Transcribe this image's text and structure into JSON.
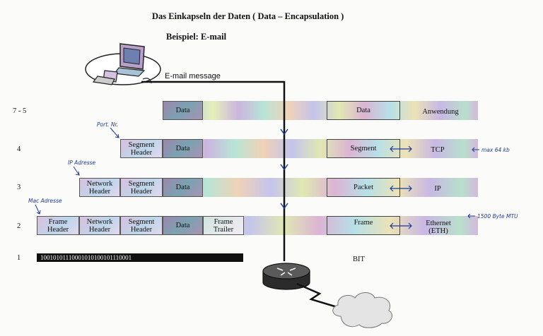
{
  "title": "Das Einkapseln der Daten ( Data – Encapsulation )",
  "subtitle": "Beispiel:  E-mail",
  "email_message": "E-mail message",
  "layers": {
    "l75": {
      "number": "7 - 5",
      "data": "Data",
      "unit": "Data",
      "protocol": "Anwendung"
    },
    "l4": {
      "number": "4",
      "segment_header": "Segment Header",
      "data": "Data",
      "unit": "Segment",
      "protocol": "TCP",
      "note_left": "Port. Nr.",
      "note_right": "max 64 kb"
    },
    "l3": {
      "number": "3",
      "network_header": "Network Header",
      "segment_header": "Segment Header",
      "data": "Data",
      "unit": "Packet",
      "protocol": "IP",
      "note_left": "IP Adresse"
    },
    "l2": {
      "number": "2",
      "frame_header": "Frame Header",
      "network_header": "Network Header",
      "segment_header": "Segment Header",
      "data": "Data",
      "frame_trailer": "Frame Trailer",
      "unit": "Frame",
      "protocol": "Ethernet (ETH)",
      "note_left": "Mac Adresse",
      "note_right": "1500 Byte MTU"
    },
    "l1": {
      "number": "1",
      "bits": "10010101110001010100101110001",
      "unit": "BIT"
    }
  },
  "icons": [
    "computer-icon",
    "router-icon",
    "cloud-icon"
  ]
}
